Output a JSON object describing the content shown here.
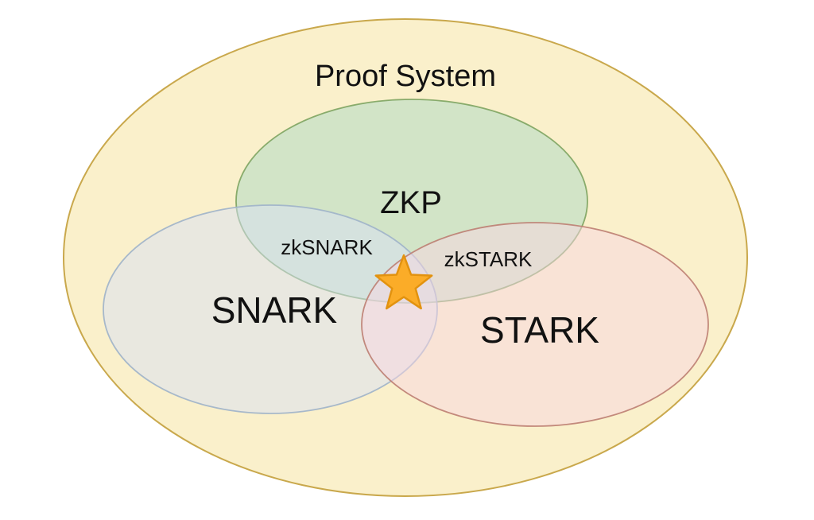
{
  "venn": {
    "outer": {
      "label": "Proof System",
      "fill": "#FAF0CB",
      "stroke": "#C9A84C"
    },
    "zkp": {
      "label": "ZKP",
      "fill": "rgba(170,215,195,0.5)",
      "stroke": "rgba(120,160,90,0.85)"
    },
    "snark": {
      "label": "SNARK",
      "fill": "rgba(216,224,245,0.5)",
      "stroke": "rgba(159,179,201,0.9)"
    },
    "stark": {
      "label": "STARK",
      "fill": "rgba(248,214,225,0.5)",
      "stroke": "rgba(189,126,114,0.9)"
    },
    "zksnark": {
      "label": "zkSNARK"
    },
    "zkstark": {
      "label": "zkSTARK"
    },
    "star": {
      "fill": "#FBAC28",
      "stroke": "#E2920F"
    }
  }
}
